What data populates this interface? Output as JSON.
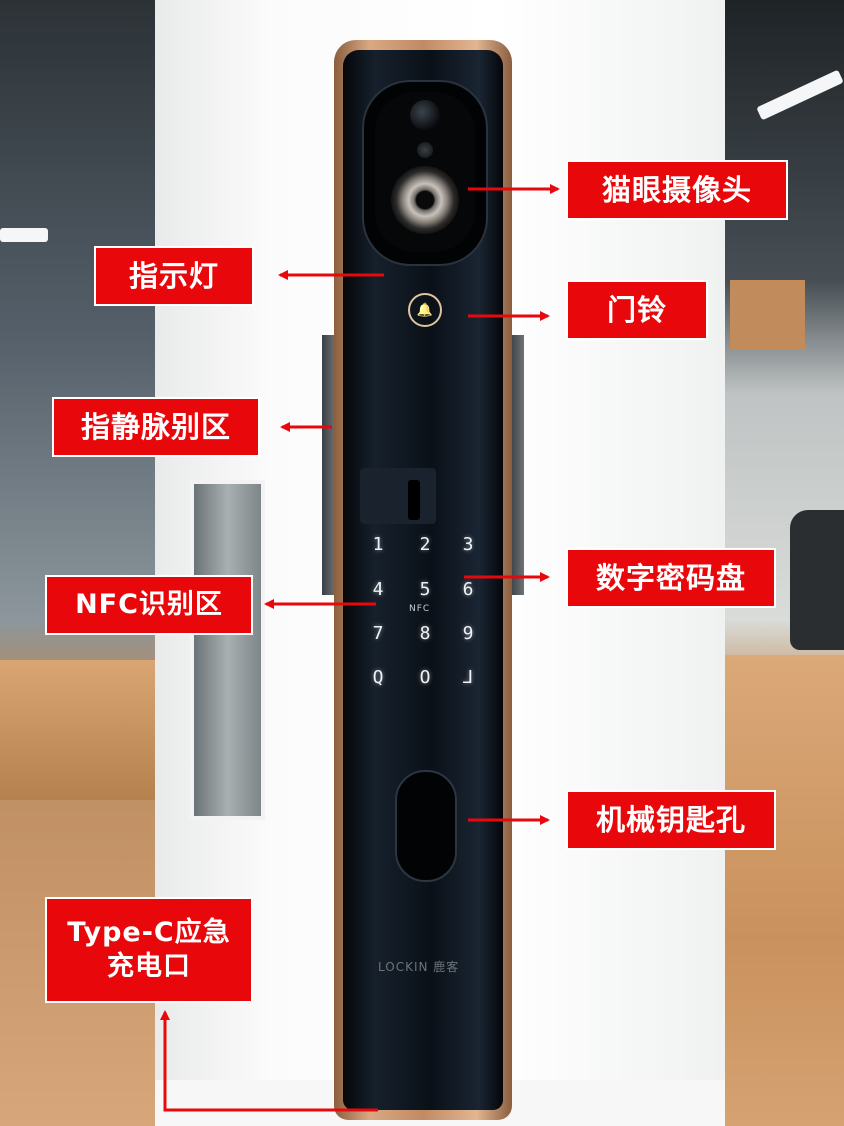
{
  "callouts": {
    "camera": "猫眼摄像头",
    "indicator": "指示灯",
    "doorbell": "门铃",
    "vein": "指静脉别区",
    "keypad": "数字密码盘",
    "nfc": "NFC识别区",
    "keyhole": "机械钥匙孔",
    "typec_line1": "Type-C应急",
    "typec_line2": "充电口"
  },
  "lock": {
    "keys": [
      "1",
      "2",
      "3",
      "4",
      "5",
      "6",
      "7",
      "8",
      "9",
      "Q",
      "O",
      "⅃"
    ],
    "nfc_mark": "NFC",
    "brand": "LOCKIN 鹿客",
    "bell_glyph": "🔔"
  },
  "colors": {
    "callout_bg": "#e8080b",
    "arrow": "#e8080b"
  }
}
